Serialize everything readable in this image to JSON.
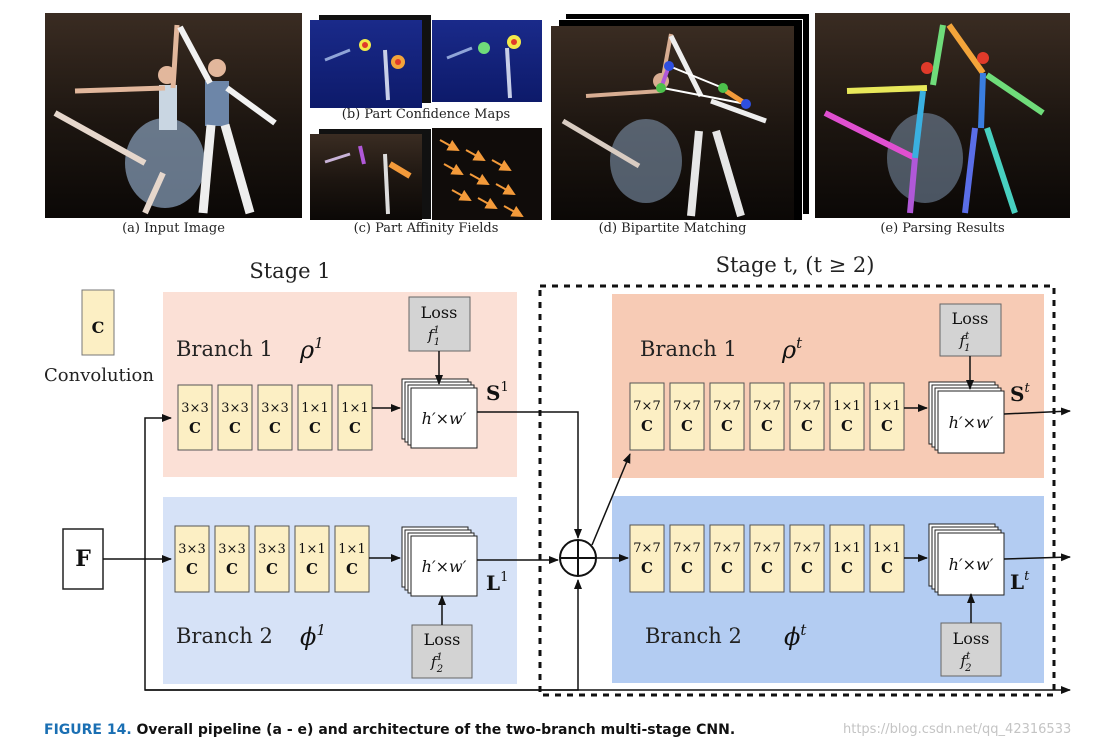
{
  "panels": {
    "a": "(a) Input Image",
    "b": "(b) Part Confidence Maps",
    "c": "(c) Part Affinity Fields",
    "d": "(d) Bipartite Matching",
    "e": "(e) Parsing Results"
  },
  "stage1": {
    "title": "Stage 1",
    "branch1": {
      "label": "Branch 1",
      "symbol": "ρ",
      "sup": "1"
    },
    "branch2": {
      "label": "Branch 2",
      "symbol": "ϕ",
      "sup": "1"
    },
    "conv_kernels": [
      "3×3",
      "3×3",
      "3×3",
      "1×1",
      "1×1"
    ],
    "output_top": {
      "letter": "S",
      "sup": "1"
    },
    "output_bottom": {
      "letter": "L",
      "sup": "1"
    },
    "loss_top": {
      "label": "Loss",
      "f": "f",
      "sup": "1",
      "sub": "1"
    },
    "loss_bottom": {
      "label": "Loss",
      "f": "f",
      "sup": "1",
      "sub": "2"
    }
  },
  "staget": {
    "title": "Stage t, (t ≥ 2)",
    "branch1": {
      "label": "Branch 1",
      "symbol": "ρ",
      "sup": "t"
    },
    "branch2": {
      "label": "Branch 2",
      "symbol": "ϕ",
      "sup": "t"
    },
    "conv_kernels": [
      "7×7",
      "7×7",
      "7×7",
      "7×7",
      "7×7",
      "1×1",
      "1×1"
    ],
    "output_top": {
      "letter": "S",
      "sup": "t"
    },
    "output_bottom": {
      "letter": "L",
      "sup": "t"
    },
    "loss_top": {
      "label": "Loss",
      "f": "f",
      "sup": "t",
      "sub": "1"
    },
    "loss_bottom": {
      "label": "Loss",
      "f": "f",
      "sup": "t",
      "sub": "2"
    }
  },
  "conv_letter": "C",
  "feature_map": "h′×w′",
  "legend": {
    "symbol": "C",
    "label": "Convolution"
  },
  "input": "F",
  "caption": {
    "label": "FIGURE 14.",
    "text": " Overall pipeline (a - e) and architecture of the two-branch multi-stage CNN."
  },
  "watermark": "https://blog.csdn.net/qq_42316533",
  "colors": {
    "branch1_stage1": "#fbe0d6",
    "branch2_stage1": "#d6e2f7",
    "branch1_staget": "#f7cbb5",
    "branch2_staget": "#b3ccf2",
    "conv": "#fcefc4",
    "loss": "#d3d3d3",
    "caption_label": "#1a6fb3"
  },
  "icons": [
    "plus-circle-icon",
    "arrow-icon"
  ]
}
